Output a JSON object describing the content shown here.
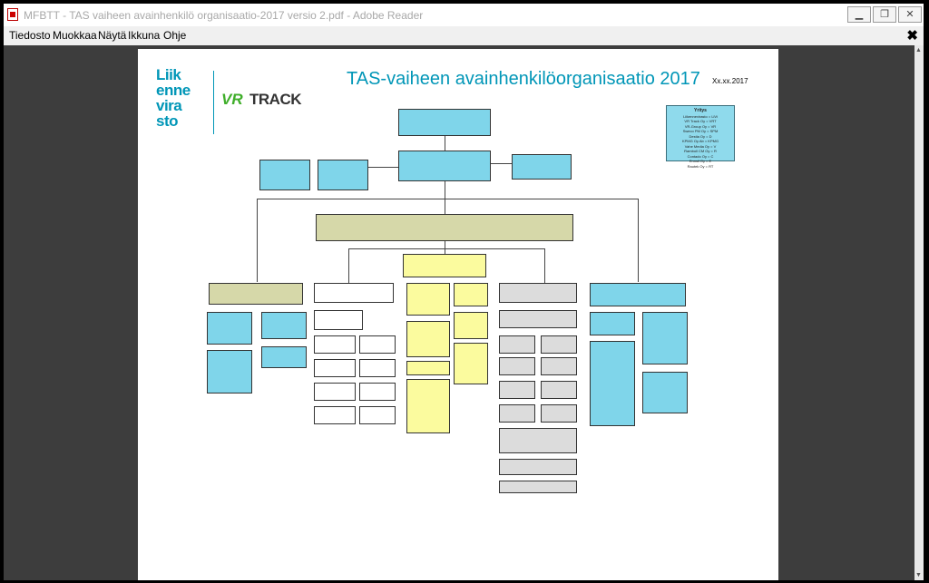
{
  "window": {
    "title": "MFBTT - TAS vaiheen avainhenkilö organisaatio-2017 versio 2.pdf - Adobe Reader",
    "buttons": {
      "minimize": "▁",
      "restore": "❐",
      "close": "✕"
    }
  },
  "menu": {
    "items": [
      "Tiedosto",
      "Muokkaa",
      "Näytä",
      "Ikkuna",
      "Ohje"
    ],
    "close_doc": "✖"
  },
  "icons": {
    "app": "pdf-document-icon"
  },
  "document": {
    "logo_left_lines": [
      "Liik",
      "enne",
      "vira",
      "sto"
    ],
    "logo_vr": "VR",
    "logo_track": "TRACK",
    "title": "TAS-vaiheen avainhenkilöorganisaatio 2017",
    "date": "Xx.xx.2017",
    "legend_title": "Yritys",
    "legend_items": [
      "Liikennevirasto = LiVi",
      "VR Track Oy = VRT",
      "VR-Group Oy = VR",
      "Sweco PM Oy = SPM",
      "Destia Oy = D",
      "KPMG Oy Ab = KPMG",
      "Vahe Media Oy = V",
      "Ramboll CM Oy = R",
      "Contado Oy = C",
      "Ennsil Oy = E",
      "Rautek Oy = RT"
    ]
  },
  "colors": {
    "accent": "#0096b7",
    "box_blue": "#7fd5ea",
    "box_yellow": "#fbfb9e",
    "box_olive": "#d6d8a9",
    "box_gray": "#dcdcdc"
  }
}
